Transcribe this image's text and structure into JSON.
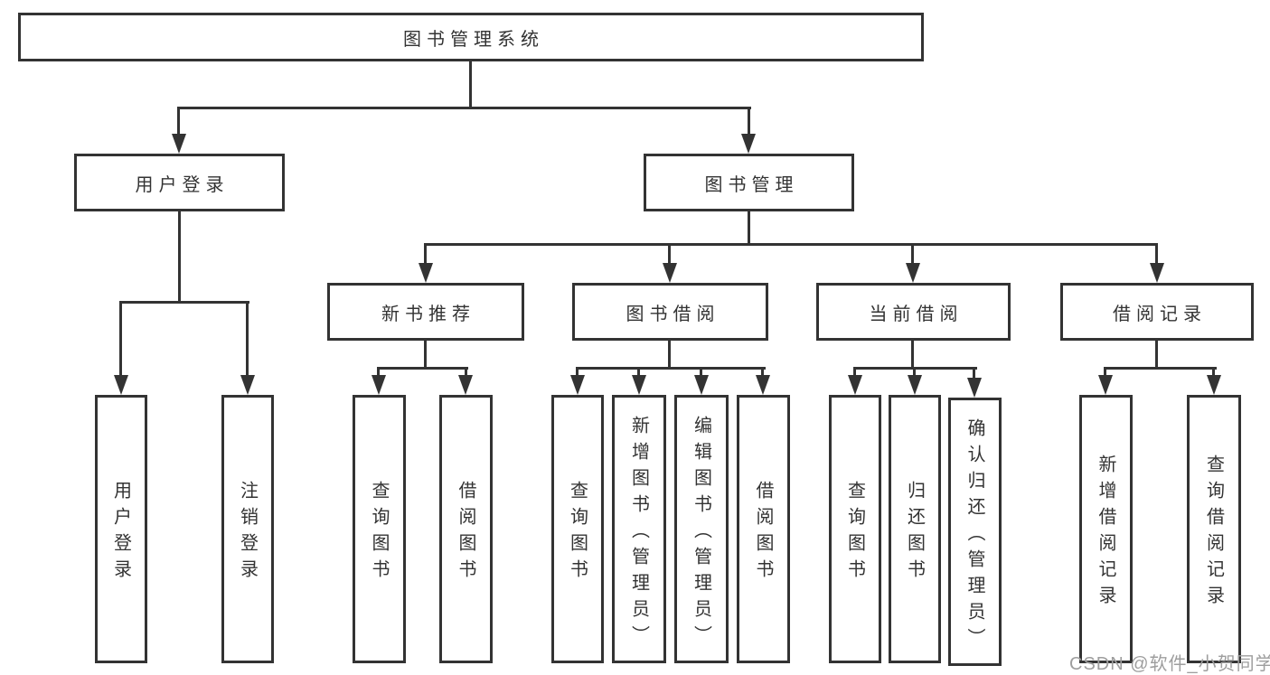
{
  "diagram": {
    "type": "feature-tree",
    "colors": {
      "line": "#333333",
      "box_border": "#333333",
      "text": "#333333",
      "background": "#ffffff",
      "watermark": "#9e9e9e"
    }
  },
  "watermark": {
    "text": "CSDN @软件_小贺同学"
  },
  "tree": {
    "label": "图书管理系统",
    "children": [
      {
        "label": "用户登录",
        "children": [
          {
            "label": "用户登录"
          },
          {
            "label": "注销登录"
          }
        ]
      },
      {
        "label": "图书管理",
        "children": [
          {
            "label": "新书推荐",
            "children": [
              {
                "label": "查询图书"
              },
              {
                "label": "借阅图书"
              }
            ]
          },
          {
            "label": "图书借阅",
            "children": [
              {
                "label": "查询图书"
              },
              {
                "label": "新增图书（管理员）"
              },
              {
                "label": "编辑图书（管理员）"
              },
              {
                "label": "借阅图书"
              }
            ]
          },
          {
            "label": "当前借阅",
            "children": [
              {
                "label": "查询图书"
              },
              {
                "label": "归还图书"
              },
              {
                "label": "确认归还（管理员）"
              }
            ]
          },
          {
            "label": "借阅记录",
            "children": [
              {
                "label": "新增借阅记录"
              },
              {
                "label": "查询借阅记录"
              }
            ]
          }
        ]
      }
    ]
  }
}
